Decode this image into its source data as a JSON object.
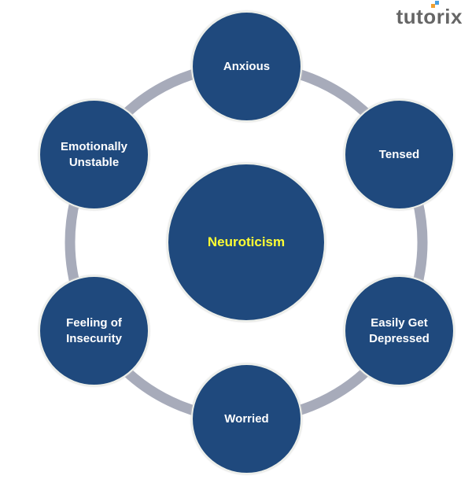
{
  "center": {
    "label": "Neuroticism",
    "color": "#ffff33"
  },
  "nodes": [
    {
      "label": "Anxious"
    },
    {
      "label": "Tensed"
    },
    {
      "label": "Easily Get Depressed"
    },
    {
      "label": "Worried"
    },
    {
      "label": "Feeling of Insecurity"
    },
    {
      "label": "Emotionally Unstable"
    }
  ],
  "logo": "tutorix",
  "colors": {
    "node": "#1f497d",
    "ring": "#a7abba",
    "text": "#ffffff"
  }
}
